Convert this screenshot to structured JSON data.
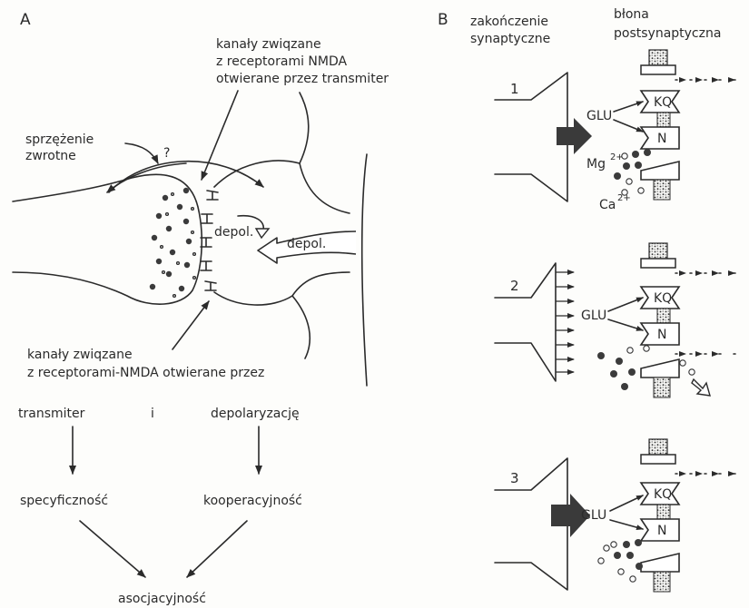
{
  "panel_a": {
    "letter": "A",
    "nmda_top_label": [
      "kanały zwiqzane",
      "z receptorami  NMDA",
      "otwierane przez transmiter"
    ],
    "feedback_label": [
      "sprzężenie",
      "zwrotne"
    ],
    "question_mark": "?",
    "depol_inner": "depol.",
    "depol_outer": "depol.",
    "nmda_bottom_label": [
      "kanały zwiqzane",
      "z receptorami-NMDA otwierane przez"
    ],
    "transmitter": "transmiter",
    "and_word": "i",
    "depolarization": "depolaryzację",
    "specificity": "specyficzność",
    "cooperativity": "kooperacyjność",
    "associativity": "asocjacyjność"
  },
  "panel_b": {
    "letter": "B",
    "terminal_label": [
      "zakończenie",
      "synaptyczne"
    ],
    "membrane_label": [
      "błona",
      "postsynaptyczna"
    ],
    "mg_label": "Mg",
    "mg_charge": "2+",
    "ca_label": "Ca",
    "ca_charge": "2+",
    "states": [
      {
        "number": "1",
        "glu": "GLU",
        "kq": "KQ",
        "n": "N"
      },
      {
        "number": "2",
        "glu": "GLU",
        "kq": "KQ",
        "n": "N"
      },
      {
        "number": "3",
        "glu": "GLU",
        "kq": "KQ",
        "n": "N"
      }
    ]
  }
}
